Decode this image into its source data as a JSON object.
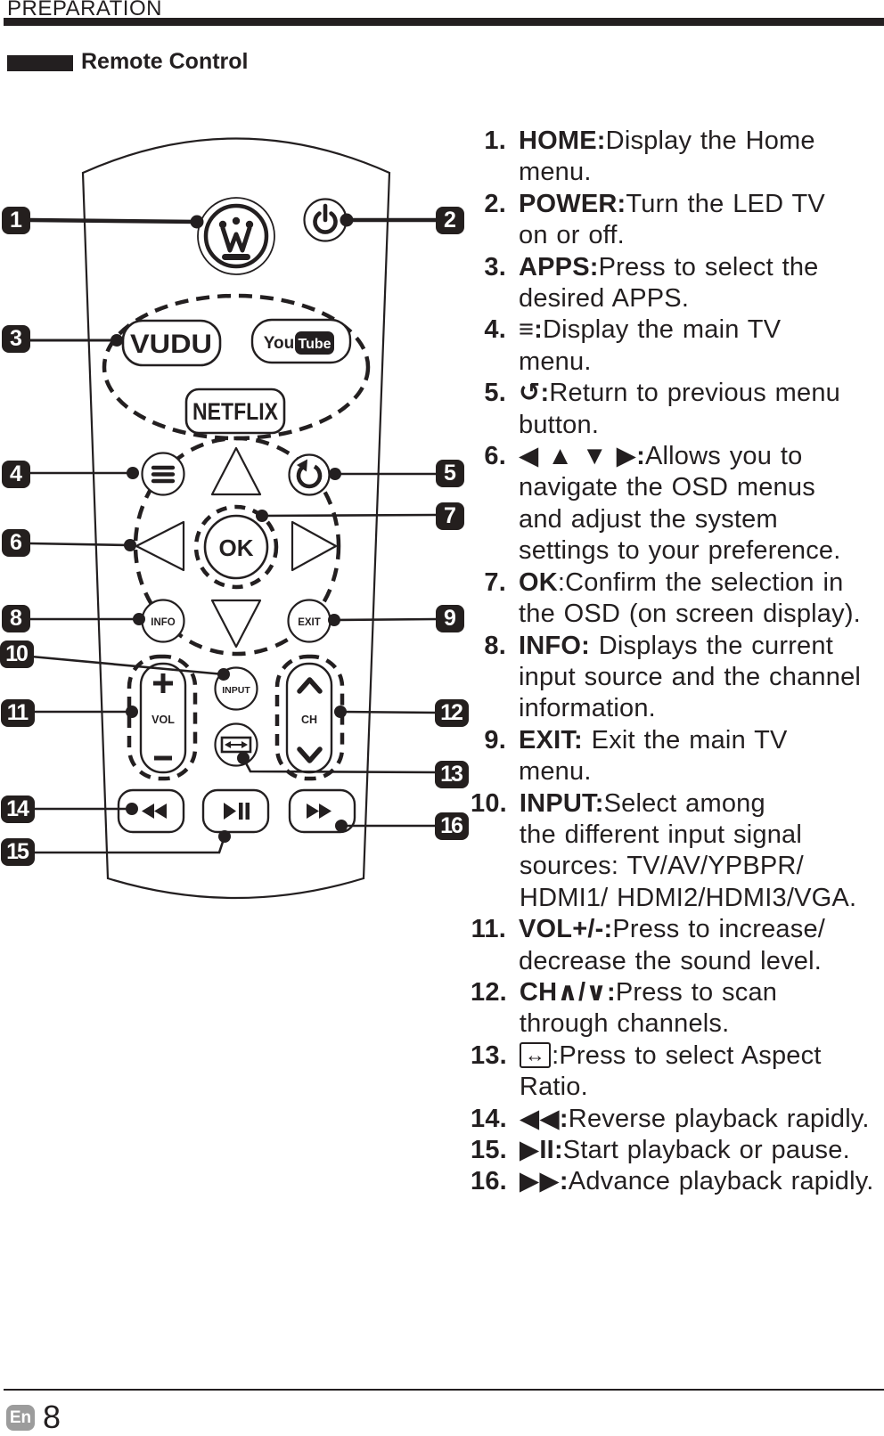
{
  "page": {
    "header_title": "PREPARATION",
    "section_title": "Remote Control",
    "footer": {
      "language_badge": "En",
      "page_number": "8"
    }
  },
  "remote": {
    "callouts": [
      "1",
      "2",
      "3",
      "4",
      "5",
      "6",
      "7",
      "8",
      "9",
      "10",
      "11",
      "12",
      "13",
      "14",
      "15",
      "16"
    ],
    "buttons": {
      "vudu_label": "VUDU",
      "youtube_you": "You",
      "youtube_tube": "Tube",
      "netflix_label": "NETFLIX",
      "ok_label": "OK",
      "info_label": "INFO",
      "exit_label": "EXIT",
      "input_label": "INPUT",
      "vol_label": "VOL",
      "ch_label": "CH"
    },
    "icons": {
      "home": "westinghouse-w-logo",
      "power": "power-symbol",
      "menu": "three-bars",
      "return": "circular-arrow",
      "navigation": "up-down-left-right-triangles",
      "aspect_ratio": "boxed-left-right-arrow",
      "rewind": "double-left-triangles",
      "play_pause": "play-pause",
      "fast_forward": "double-right-triangles"
    }
  },
  "legend": {
    "items": [
      {
        "num": "1.",
        "bold": "HOME:",
        "rest": "Display the Home\nmenu."
      },
      {
        "num": "2.",
        "bold": "POWER:",
        "rest": "Turn the LED TV\non or off."
      },
      {
        "num": "3.",
        "bold": "APPS:",
        "rest": "Press to select the\ndesired APPS."
      },
      {
        "num": "4.",
        "bold": "≡:",
        "rest": "Display the main TV\nmenu."
      },
      {
        "num": "5.",
        "bold": "↺:",
        "rest": "Return to previous menu\nbutton."
      },
      {
        "num": "6.",
        "bold": "◀ ▲ ▼ ▶:",
        "rest": "Allows you to\nnavigate the OSD menus\nand adjust the system\nsettings to your preference."
      },
      {
        "num": "7.",
        "bold": "OK",
        "rest": ":Confirm the selection in\nthe OSD (on screen display)."
      },
      {
        "num": "8.",
        "bold": "INFO:",
        "rest": " Displays the current\ninput source and the channel\ninformation."
      },
      {
        "num": "9.",
        "bold": "EXIT:",
        "rest": " Exit the main TV\nmenu."
      },
      {
        "num": "10.",
        "bold": "INPUT:",
        "rest": "Select among\nthe different input signal\nsources: TV/AV/YPBPR/\nHDMI1/ HDMI2/HDMI3/VGA."
      },
      {
        "num": "11.",
        "bold": "VOL+/-:",
        "rest": "Press to increase/\ndecrease the sound level."
      },
      {
        "num": "12.",
        "bold": "CH∧/∨:",
        "rest": "Press to scan\nthrough channels."
      },
      {
        "num": "13.",
        "bold": "↔",
        "boxed": true,
        "rest": ":Press to select Aspect\nRatio."
      },
      {
        "num": "14.",
        "bold": "◀◀:",
        "rest": "Reverse playback rapidly."
      },
      {
        "num": "15.",
        "bold": "▶II:",
        "rest": "Start playback or pause."
      },
      {
        "num": "16.",
        "bold": "▶▶:",
        "rest": "Advance playback rapidly."
      }
    ]
  }
}
